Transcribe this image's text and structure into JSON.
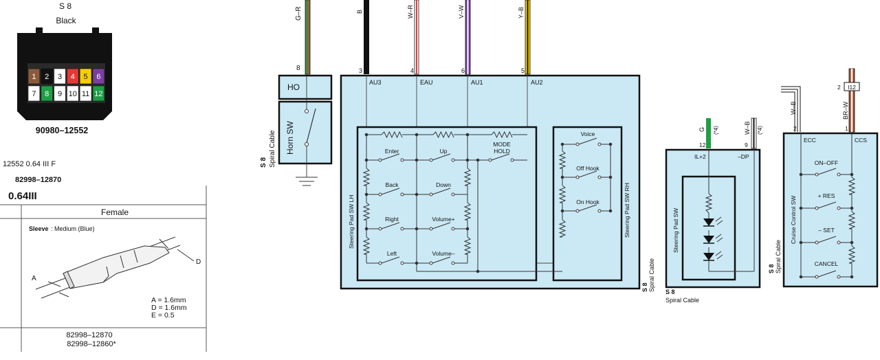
{
  "connector": {
    "id": "S 8",
    "color": "Black",
    "part_number": "90980–12552",
    "pins_top": [
      "1",
      "2",
      "3",
      "4",
      "5",
      "6"
    ],
    "pins_bottom": [
      "7",
      "8",
      "9",
      "10",
      "11",
      "12"
    ],
    "pin_colors_top": [
      "#8b5a3c",
      "#111111",
      "#ffffff",
      "#e53935",
      "#f5d000",
      "#7b3fa0"
    ],
    "pin_colors_bottom": [
      "#ffffff",
      "#1e9e45",
      "#ffffff",
      "#ffffff",
      "#ffffff",
      "#1e9e45"
    ]
  },
  "terminal": {
    "spec_line": "12552  0.64 III  F",
    "part": "82998–12870",
    "size": "0.64III",
    "header": "Female",
    "sleeve_label": "Sleeve",
    "sleeve_value": ": Medium (Blue)",
    "label_a": "A",
    "label_d": "D",
    "dims": [
      "A = 1.6mm",
      "D = 1.6mm",
      "E = 0.5"
    ],
    "parts": [
      "82998–12870",
      "82998–12860*"
    ]
  },
  "horn": {
    "wire": "G–R",
    "pin": "8",
    "term": "HO",
    "switch": "Horn SW",
    "cable_id": "S 8",
    "cable_name": "Spiral Cable"
  },
  "pad": {
    "wires": [
      {
        "name": "B",
        "pin": "3",
        "term": "AU3",
        "color": "#111111"
      },
      {
        "name": "W–R",
        "pin": "4",
        "term": "EAU",
        "color": "#e53935"
      },
      {
        "name": "V–W",
        "pin": "6",
        "term": "AU1",
        "color": "#7b3fa0"
      },
      {
        "name": "Y–B",
        "pin": "5",
        "term": "AU2",
        "color": "#f5d000"
      }
    ],
    "lh_label": "Steering Pad SW LH",
    "rh_label": "Steering Pad SW RH",
    "lh_switches": [
      "Enter",
      "Up",
      "Back",
      "Down",
      "Right",
      "Volume+",
      "Left",
      "Volume–"
    ],
    "mode_hold": [
      "MODE",
      "HOLD"
    ],
    "rh_switches": [
      "Voice",
      "Off Hook",
      "On Hook"
    ],
    "cable_id": "S 8",
    "cable_name": "Spiral Cable"
  },
  "illum": {
    "wires": [
      {
        "name": "G",
        "mark": "(*4)",
        "pin": "12",
        "term": "IL+2"
      },
      {
        "name": "W–B",
        "mark": "(*4)",
        "pin": "9",
        "term": "–DP"
      }
    ],
    "box_label": "Steering Pad SW",
    "cable_id": "S 8",
    "cable_name": "Spiral Cable"
  },
  "cruise": {
    "conn": "I12",
    "conn_pin": "2",
    "wires": [
      {
        "name": "W–B",
        "pin": "2",
        "term": "ECC"
      },
      {
        "name": "BR–W",
        "pin": "1",
        "term": "CCS"
      }
    ],
    "box_label": "Cruise Control SW",
    "switches": [
      "ON–OFF",
      "+ RES",
      "– SET",
      "CANCEL"
    ],
    "cable_id": "S 8",
    "cable_name": "Spiral Cable"
  }
}
